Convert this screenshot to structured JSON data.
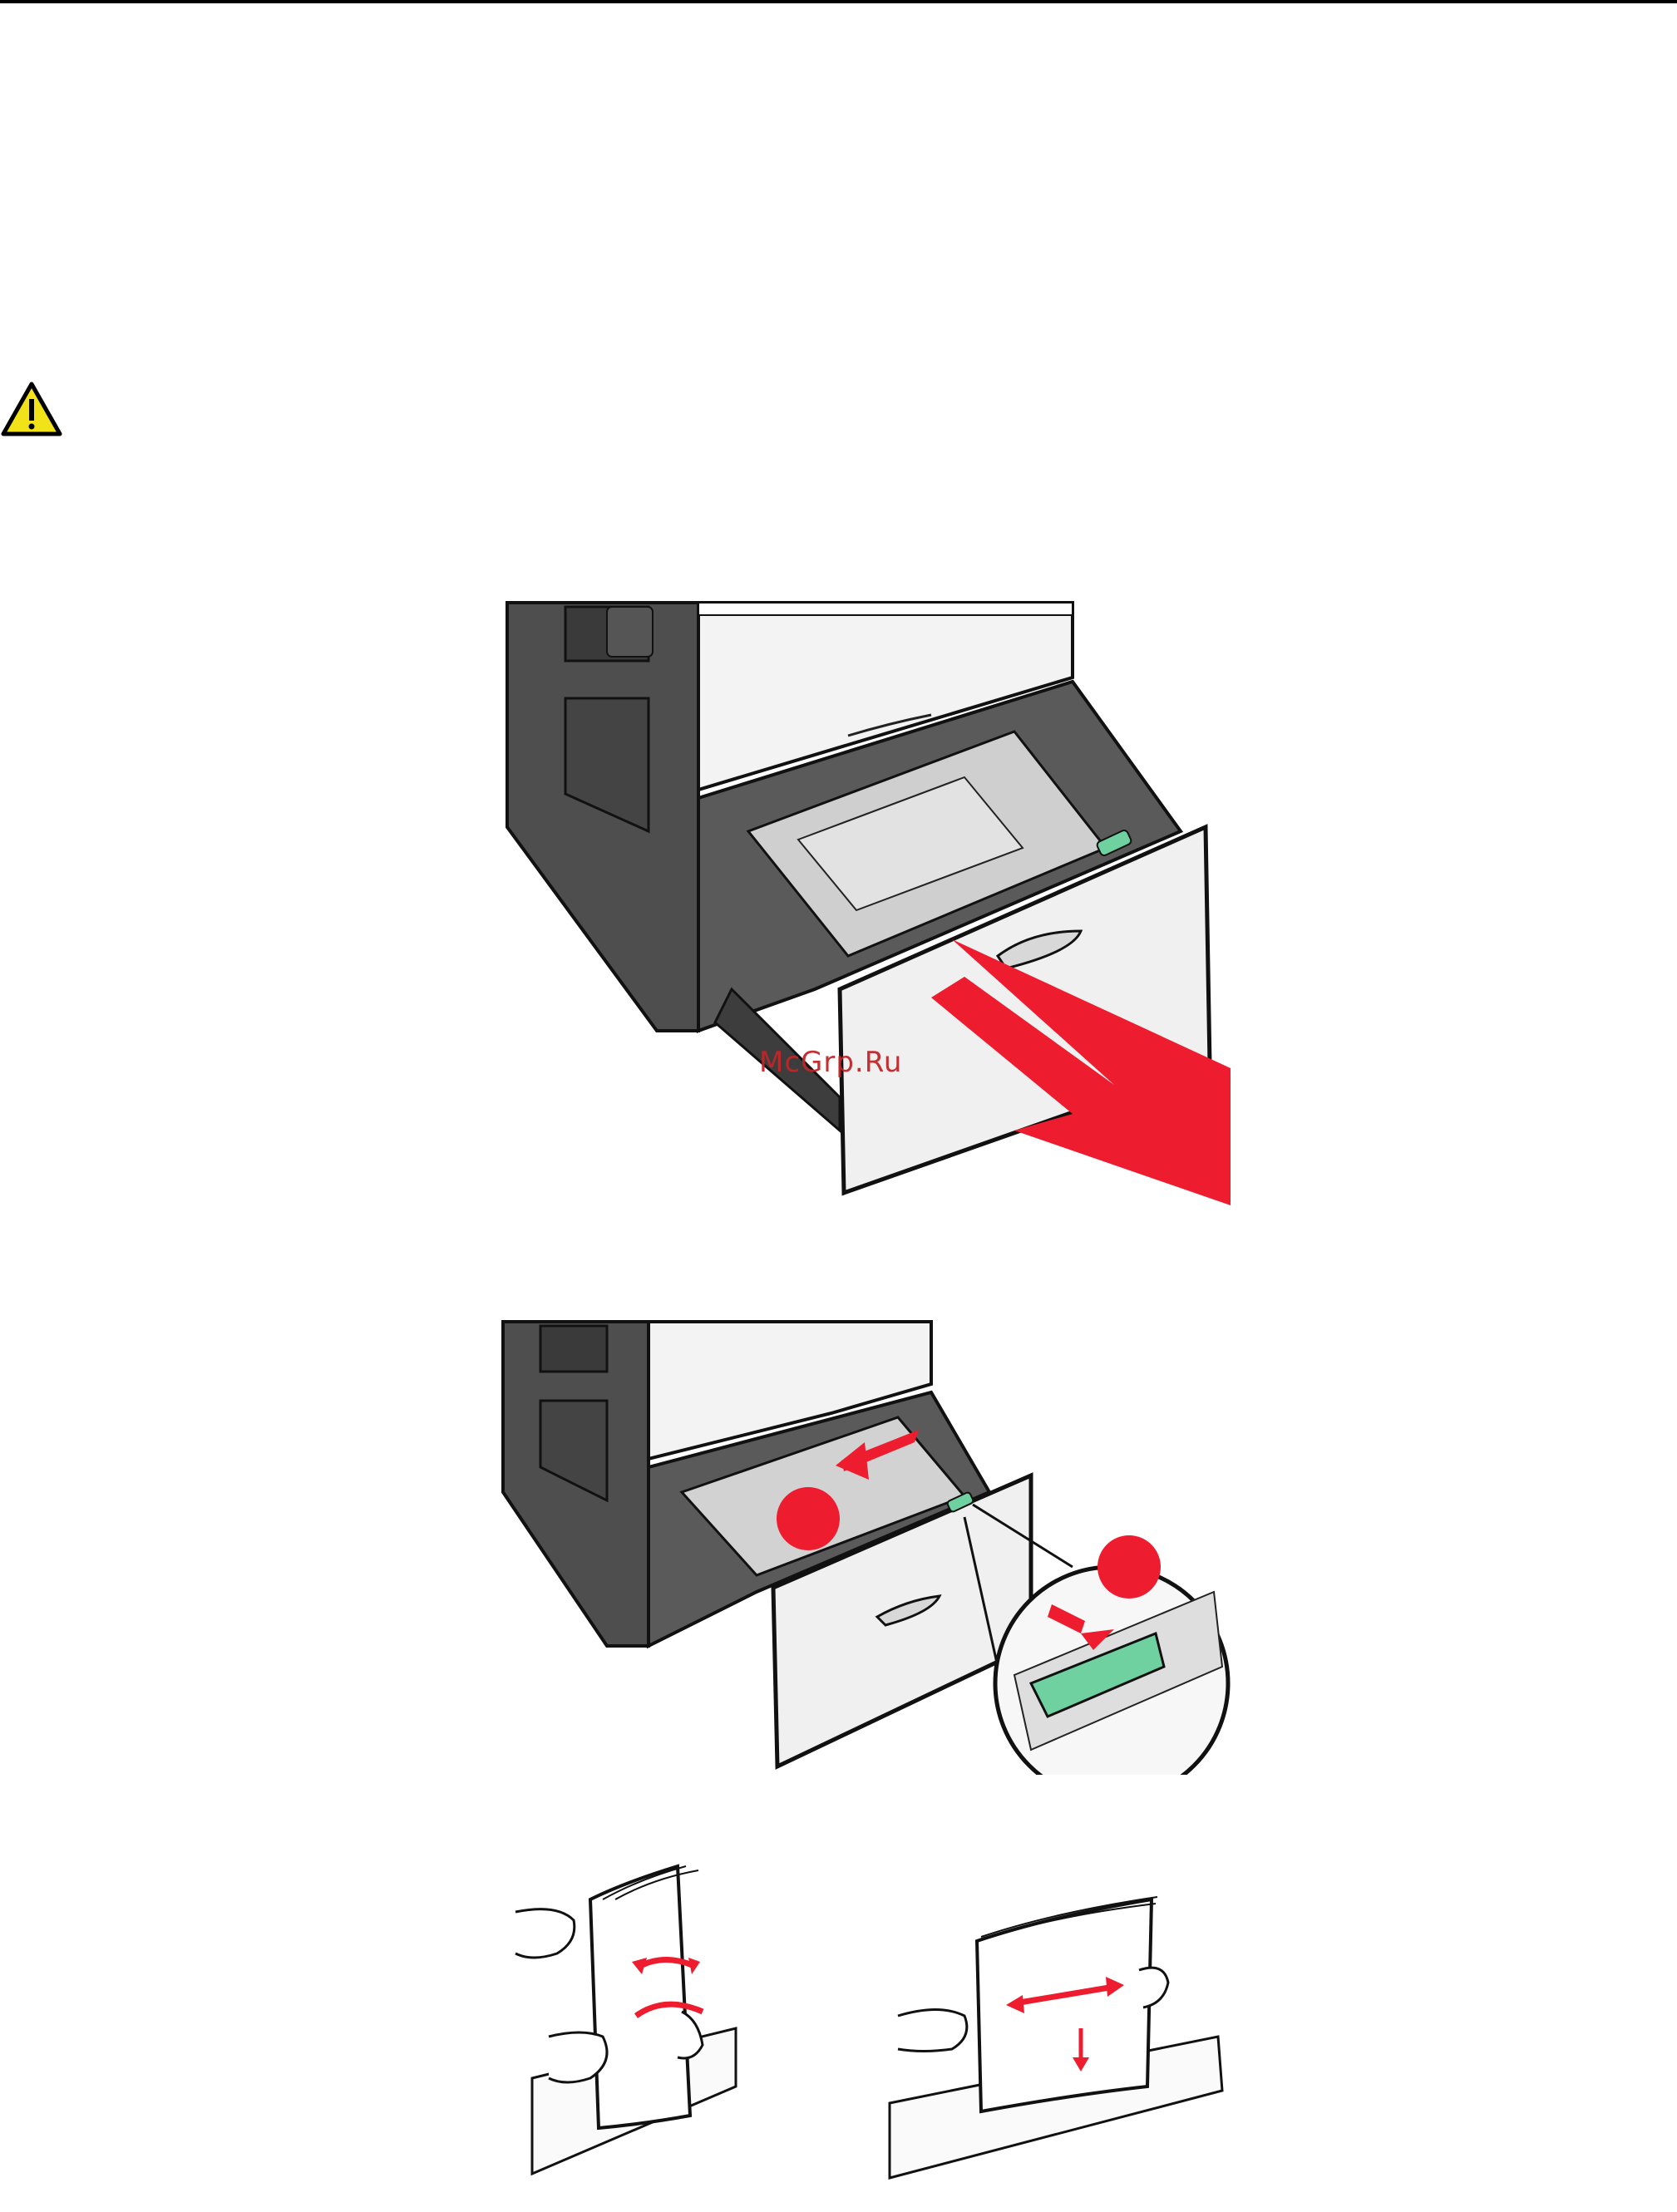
{
  "watermark": "McGrp.Ru",
  "icons": {
    "warning": "warning-triangle-icon",
    "step1": "tray-pull-out-illustration",
    "step2": "guide-squeeze-slide-illustration",
    "step3": "paper-flex-fan-illustration"
  },
  "colors": {
    "arrow_red": "#ed1c2e",
    "guide_green": "#6fd0a0",
    "printer_dark": "#4a4a4a",
    "warning_yellow": "#f2e21a"
  }
}
